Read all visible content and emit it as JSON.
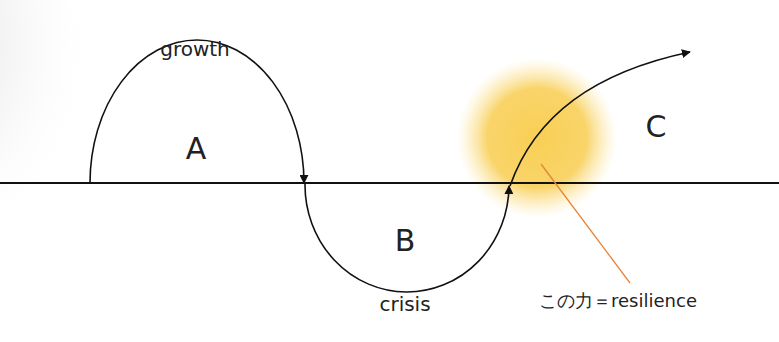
{
  "diagram": {
    "labels": [
      "growth",
      "A",
      "B",
      "crisis",
      "C",
      "この力＝resilience"
    ]
  }
}
